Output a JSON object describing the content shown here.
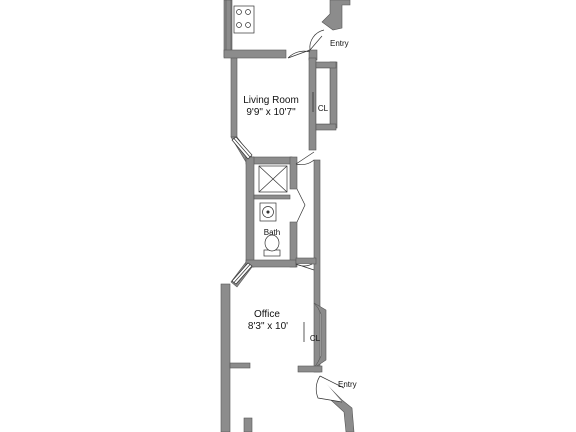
{
  "floorplan": {
    "rooms": {
      "living_room": {
        "name": "Living Room",
        "dimensions": "9'9\" x 10'7\""
      },
      "office": {
        "name": "Office",
        "dimensions": "8'3\" x 10'"
      }
    },
    "labels": {
      "entry_top": "Entry",
      "entry_bottom": "Entry",
      "closet_top": "CL",
      "closet_bottom": "CL",
      "bath": "Bath"
    }
  }
}
